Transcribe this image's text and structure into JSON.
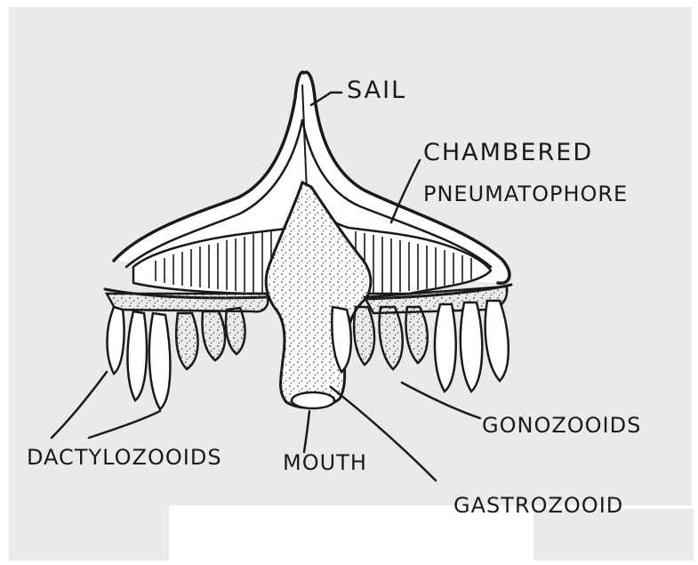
{
  "diagram": {
    "labels": {
      "sail": "SAIL",
      "chambered_line1": "CHAMBERED",
      "chambered_line2": "PNEUMATOPHORE",
      "gonozooids": "GONOZOOIDS",
      "dactylozooids": "DACTYLOZOOIDS",
      "mouth": "MOUTH",
      "gastrozooid": "GASTROZOOID"
    }
  }
}
